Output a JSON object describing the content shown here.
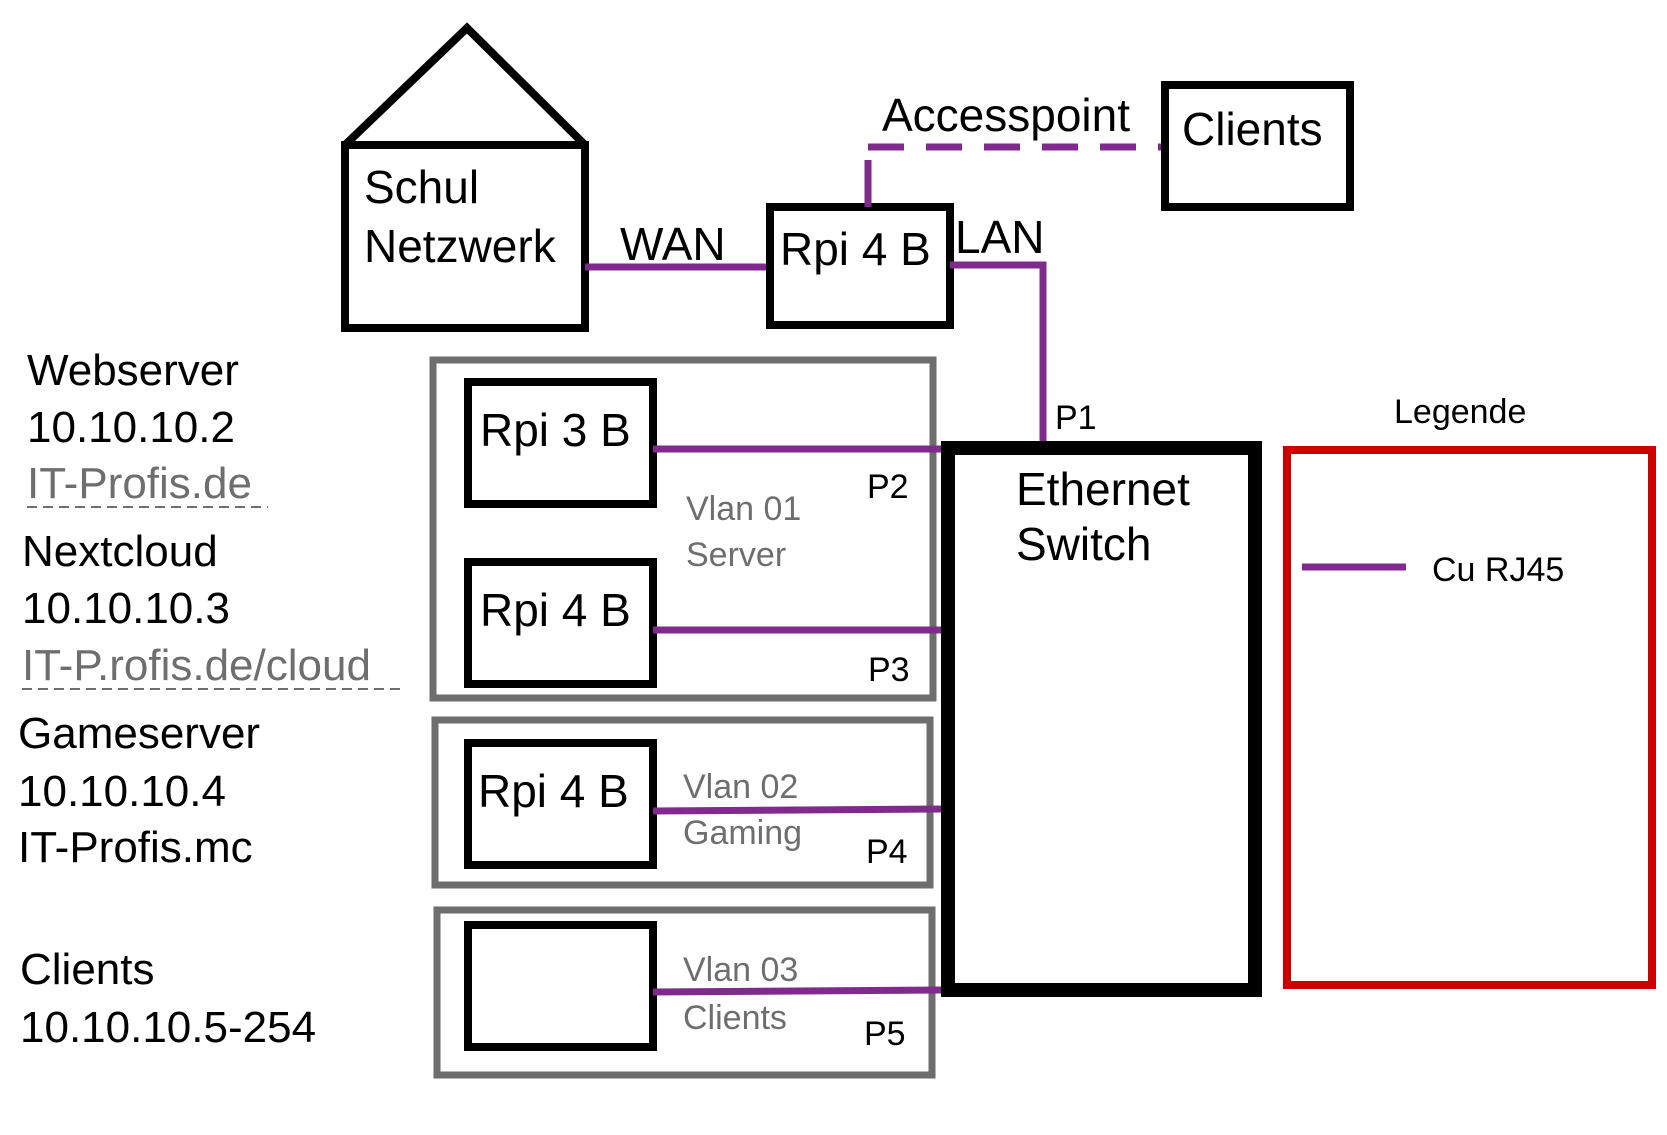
{
  "school": {
    "line1": "Schul",
    "line2": "Netzwerk"
  },
  "links": {
    "wan": "WAN",
    "lan": "LAN"
  },
  "router": {
    "label": "Rpi 4 B"
  },
  "accesspoint": {
    "label": "Accesspoint"
  },
  "clients_top": {
    "label": "Clients"
  },
  "switch": {
    "line1": "Ethernet",
    "line2": "Switch"
  },
  "ports": {
    "p1": "P1",
    "p2": "P2",
    "p3": "P3",
    "p4": "P4",
    "p5": "P5"
  },
  "devices": {
    "rpi3": "Rpi 3 B",
    "rpi4_cloud": "Rpi 4 B",
    "rpi4_game": "Rpi 4 B"
  },
  "vlans": {
    "v01_line1": "Vlan 01",
    "v01_line2": "Server",
    "v02_line1": "Vlan 02",
    "v02_line2": "Gaming",
    "v03_line1": "Vlan 03",
    "v03_line2": "Clients"
  },
  "servers": {
    "web": {
      "name": "Webserver",
      "ip": "10.10.10.2",
      "url": "IT-Profis.de"
    },
    "cloud": {
      "name": "Nextcloud",
      "ip": "10.10.10.3",
      "url": "IT-P.rofis.de/cloud"
    },
    "game": {
      "name": "Gameserver",
      "ip": "10.10.10.4",
      "url": "IT-Profis.mc"
    },
    "clients": {
      "name": "Clients",
      "ip": "10.10.10.5-254"
    }
  },
  "legend": {
    "title": "Legende",
    "item": "Cu RJ45"
  },
  "colors": {
    "cable": "#7f2a8c",
    "legend_border": "#cc0000",
    "vlan_box": "#6e6e6e",
    "device_box": "#000000"
  }
}
